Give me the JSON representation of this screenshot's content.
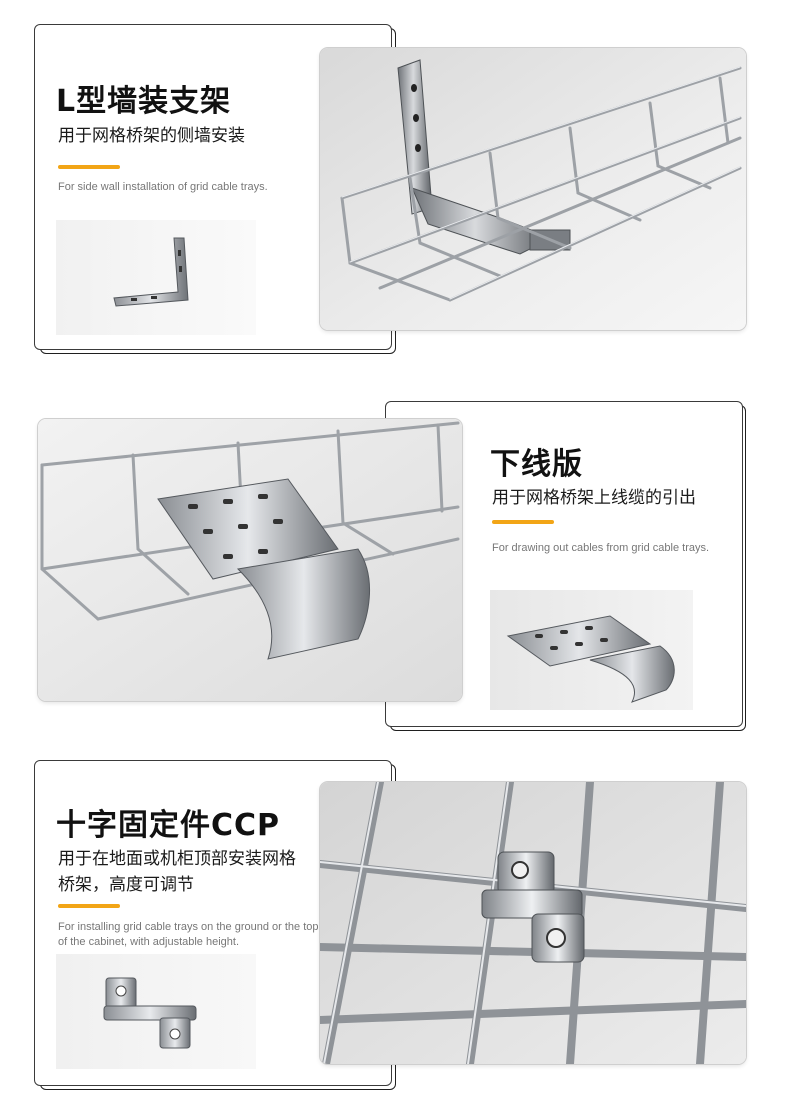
{
  "colors": {
    "accent": "#f2a516",
    "frame": "#1f1f1f",
    "text": "#111111",
    "caption": "#777777"
  },
  "sections": [
    {
      "title": "L型墙装支架",
      "subtitle": "用于网格桥架的侧墙安装",
      "caption": "For side wall installation of grid cable trays.",
      "photo": "wall-mounted-tray-photo",
      "thumb": "l-bracket-icon"
    },
    {
      "title": "下线版",
      "subtitle": "用于网格桥架上线缆的引出",
      "caption": "For drawing out cables from grid cable trays.",
      "photo": "drop-out-plate-tray-photo",
      "thumb": "drop-out-plate-icon"
    },
    {
      "title": "十字固定件CCP",
      "subtitle": "用于在地面或机柜顶部安装网格桥架，高度可调节",
      "caption": "For installing grid cable trays on the ground or the top of the cabinet, with adjustable height.",
      "photo": "ccp-clamp-closeup-photo",
      "thumb": "ccp-fixing-icon"
    }
  ]
}
